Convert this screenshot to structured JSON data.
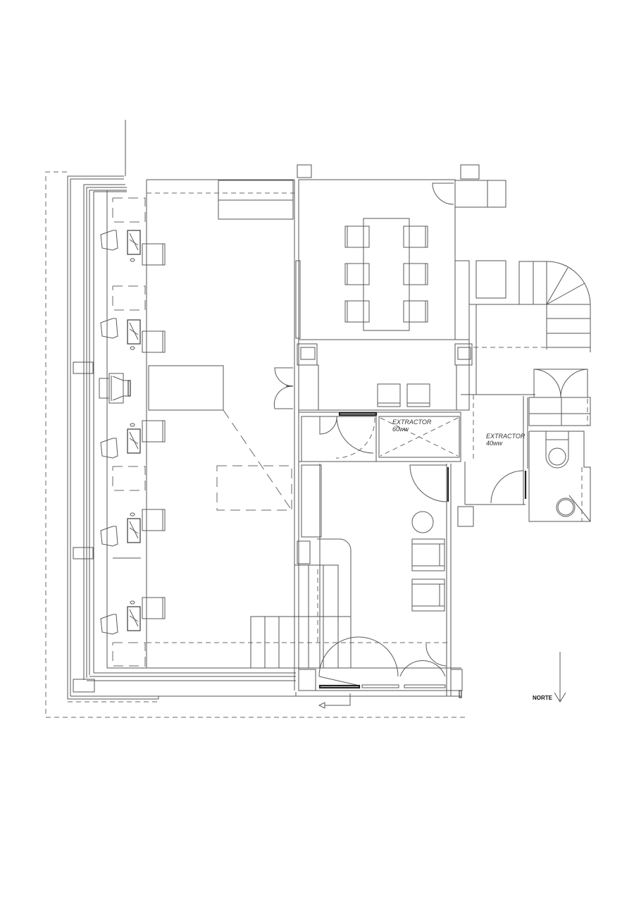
{
  "drawing": {
    "type": "architectural-floor-plan",
    "line_color": "#5a5a5a",
    "background": "#ffffff"
  },
  "labels": {
    "extractor_60": {
      "line1": "EXTRACTOR",
      "line2": "60ww"
    },
    "extractor_40": {
      "line1": "EXTRACTOR",
      "line2": "40ww"
    },
    "north": "NORTE"
  },
  "rooms": [
    {
      "id": "main-hall",
      "contents": "5 desks with chairs, 1 copier/printer, table, dashed movable table"
    },
    {
      "id": "meeting-room",
      "contents": "table with 6 chairs"
    },
    {
      "id": "kitchenette",
      "contents": "counter with 2 stools"
    },
    {
      "id": "extractor-60-room",
      "contents": "ventilation shaft"
    },
    {
      "id": "lobby",
      "contents": "round table, 2 armchairs"
    },
    {
      "id": "stair-landing",
      "contents": "straight stair"
    },
    {
      "id": "spiral-stair",
      "contents": "quarter-turn stair"
    },
    {
      "id": "restroom",
      "contents": "2 toilets"
    }
  ]
}
